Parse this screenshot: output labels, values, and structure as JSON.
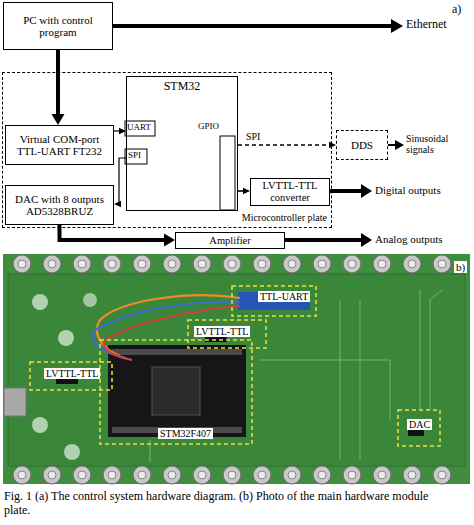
{
  "diagram": {
    "caption": "Fig. 1 (a) The control system hardware diagram. (b) Photo of the main hardware module plate.",
    "nodes": [
      {
        "text": [
          "PC with control program"
        ]
      },
      {
        "text": [
          "Microcontroller plate"
        ]
      },
      {
        "text": [
          "Virtual COM-port TTL-UART FT232"
        ],
        "in": 1
      },
      {
        "text": [
          "STM32"
        ],
        "in": 1
      },
      {
        "text": [
          "DAC with 8 outputs AD5328BRUZ"
        ],
        "in": 1
      },
      {
        "text": [
          "DDS"
        ]
      },
      {
        "text": [
          "LVTTL-TTL converter"
        ],
        "in": 1
      },
      {
        "text": [
          "Amplifier"
        ]
      }
    ],
    "edges": [
      {
        "from": 0,
        "to": 2,
        "arrow": "to"
      },
      {
        "from": 2,
        "to": 3,
        "arrow": "to"
      },
      {
        "from": 3,
        "to": 4,
        "arrow": "to"
      },
      {
        "from": 3,
        "to": 5,
        "label": "SPI",
        "arrow": "to"
      },
      {
        "from": 3,
        "to": 6,
        "arrow": "to"
      },
      {
        "from": 4,
        "to": 7,
        "arrow": "to"
      }
    ],
    "labels": [
      "Ethernet",
      "a)",
      "UART",
      "SPI",
      "GPIO",
      "Sinusoidal signals",
      "Digital outputs",
      "Analog outputs",
      "b)",
      "TTL-UART",
      "LVTTL-TTL",
      "LVTTL-TTL",
      "STM32F407",
      "DAC"
    ]
  }
}
